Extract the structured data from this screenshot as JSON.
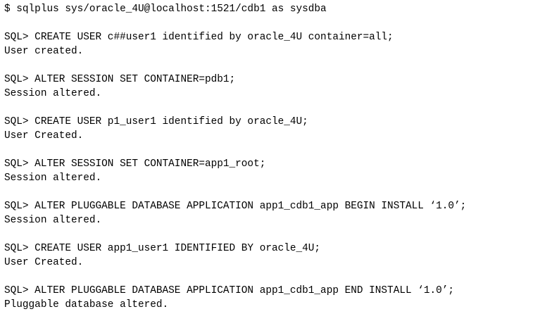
{
  "terminal": {
    "lines": [
      "$ sqlplus sys/oracle_4U@localhost:1521/cdb1 as sysdba",
      "",
      "SQL> CREATE USER c##user1 identified by oracle_4U container=all;",
      "User created.",
      "",
      "SQL> ALTER SESSION SET CONTAINER=pdb1;",
      "Session altered.",
      "",
      "SQL> CREATE USER p1_user1 identified by oracle_4U;",
      "User Created.",
      "",
      "SQL> ALTER SESSION SET CONTAINER=app1_root;",
      "Session altered.",
      "",
      "SQL> ALTER PLUGGABLE DATABASE APPLICATION app1_cdb1_app BEGIN INSTALL ‘1.0’;",
      "Session altered.",
      "",
      "SQL> CREATE USER app1_user1 IDENTIFIED BY oracle_4U;",
      "User Created.",
      "",
      "SQL> ALTER PLUGGABLE DATABASE APPLICATION app1_cdb1_app END INSTALL ‘1.0’;",
      "Pluggable database altered."
    ]
  }
}
